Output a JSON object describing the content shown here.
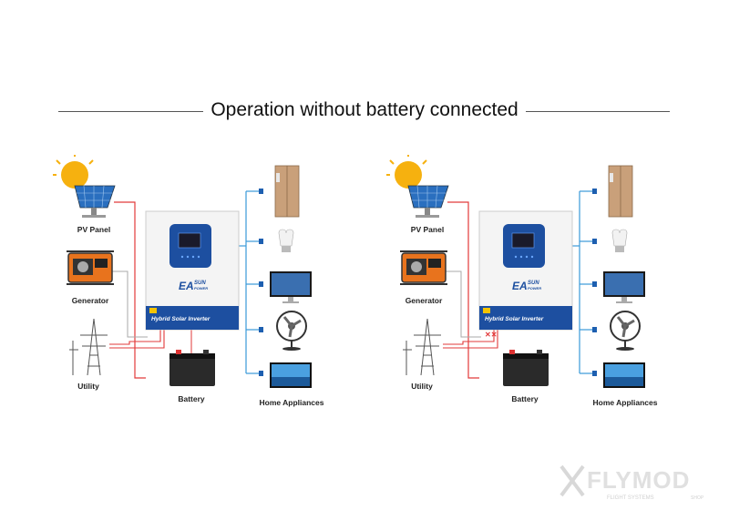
{
  "title": "Operation without battery connected",
  "labels": {
    "pv_panel": "PV Panel",
    "generator": "Generator",
    "utility": "Utility",
    "battery": "Battery",
    "home_appliances": "Home Appliances"
  },
  "inverter": {
    "brand_prefix": "EA",
    "brand_top": "SUN",
    "brand_bottom": "POWER",
    "product_name": "Hybrid Solar Inverter"
  },
  "right_diagram": {
    "disconnect_marks": "✕✕"
  },
  "watermark": {
    "main": "FLYMOD",
    "sub": "FLIGHT SYSTEMS",
    "badge": "SHOP"
  },
  "colors": {
    "pv_line": "#e23a3a",
    "utility_line": "#e23a3a",
    "output_line": "#3a9ad8",
    "inverter_blue": "#1d4fa0",
    "sun": "#f6b10f"
  }
}
